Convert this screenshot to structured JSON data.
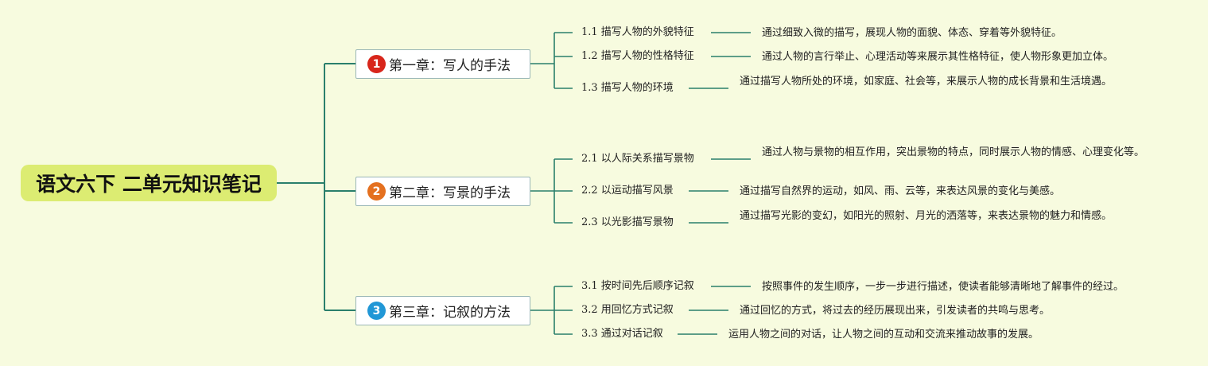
{
  "root": {
    "title": "语文六下 二单元知识笔记"
  },
  "colors": {
    "line": "#2a7f6c",
    "root_bg": "#dcec72",
    "background": "#f7fbdf"
  },
  "chapters": [
    {
      "badge": "1",
      "badge_color": "#d8261b",
      "title": "第一章：写人的手法",
      "items": [
        {
          "num": "1.1",
          "label": "描写人物的外貌特征",
          "desc": "通过细致入微的描写，展现人物的面貌、体态、穿着等外貌特征。"
        },
        {
          "num": "1.2",
          "label": "描写人物的性格特征",
          "desc": "通过人物的言行举止、心理活动等来展示其性格特征，使人物形象更加立体。"
        },
        {
          "num": "1.3",
          "label": "描写人物的环境",
          "desc": "通过描写人物所处的环境，如家庭、社会等，来展示人物的成长背景和生活境遇。"
        }
      ]
    },
    {
      "badge": "2",
      "badge_color": "#e4701f",
      "title": "第二章：写景的手法",
      "items": [
        {
          "num": "2.1",
          "label": "以人际关系描写景物",
          "desc": "通过人物与景物的相互作用，突出景物的特点，同时展示人物的情感、心理变化等。"
        },
        {
          "num": "2.2",
          "label": "以运动描写风景",
          "desc": "通过描写自然界的运动，如风、雨、云等，来表达风景的变化与美感。"
        },
        {
          "num": "2.3",
          "label": "以光影描写景物",
          "desc": "通过描写光影的变幻，如阳光的照射、月光的洒落等，来表达景物的魅力和情感。"
        }
      ]
    },
    {
      "badge": "3",
      "badge_color": "#2197d6",
      "title": "第三章：记叙的方法",
      "items": [
        {
          "num": "3.1",
          "label": "按时间先后顺序记叙",
          "desc": "按照事件的发生顺序，一步一步进行描述，使读者能够清晰地了解事件的经过。"
        },
        {
          "num": "3.2",
          "label": "用回忆方式记叙",
          "desc": "通过回忆的方式，将过去的经历展现出来，引发读者的共鸣与思考。"
        },
        {
          "num": "3.3",
          "label": "通过对话记叙",
          "desc": "运用人物之间的对话，让人物之间的互动和交流来推动故事的发展。"
        }
      ]
    }
  ]
}
